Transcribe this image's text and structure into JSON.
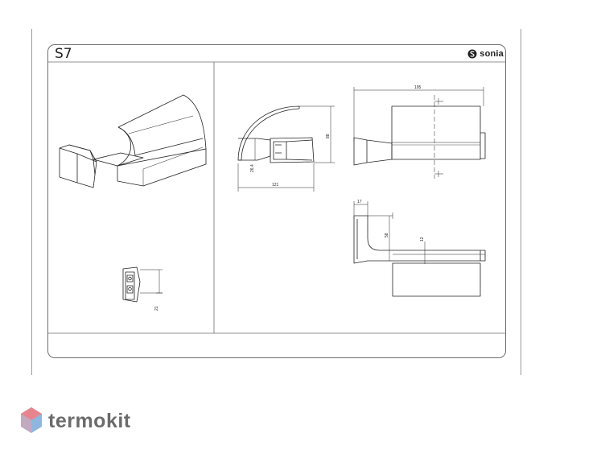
{
  "sheet": {
    "model": "S7",
    "brand": "sonia"
  },
  "dimensions": {
    "front_width": "121",
    "front_height": "88",
    "front_offset": "26,4",
    "top_width": "195",
    "side_depth": "17",
    "side_height": "58",
    "side_offset": "12",
    "plate_height": "21"
  },
  "footer": {
    "logo_text": "termokit"
  },
  "colors": {
    "line": "#222222",
    "frame": "#6f6f6f",
    "watermark_red": "#e7858f",
    "watermark_blue": "#8fb7dd"
  }
}
